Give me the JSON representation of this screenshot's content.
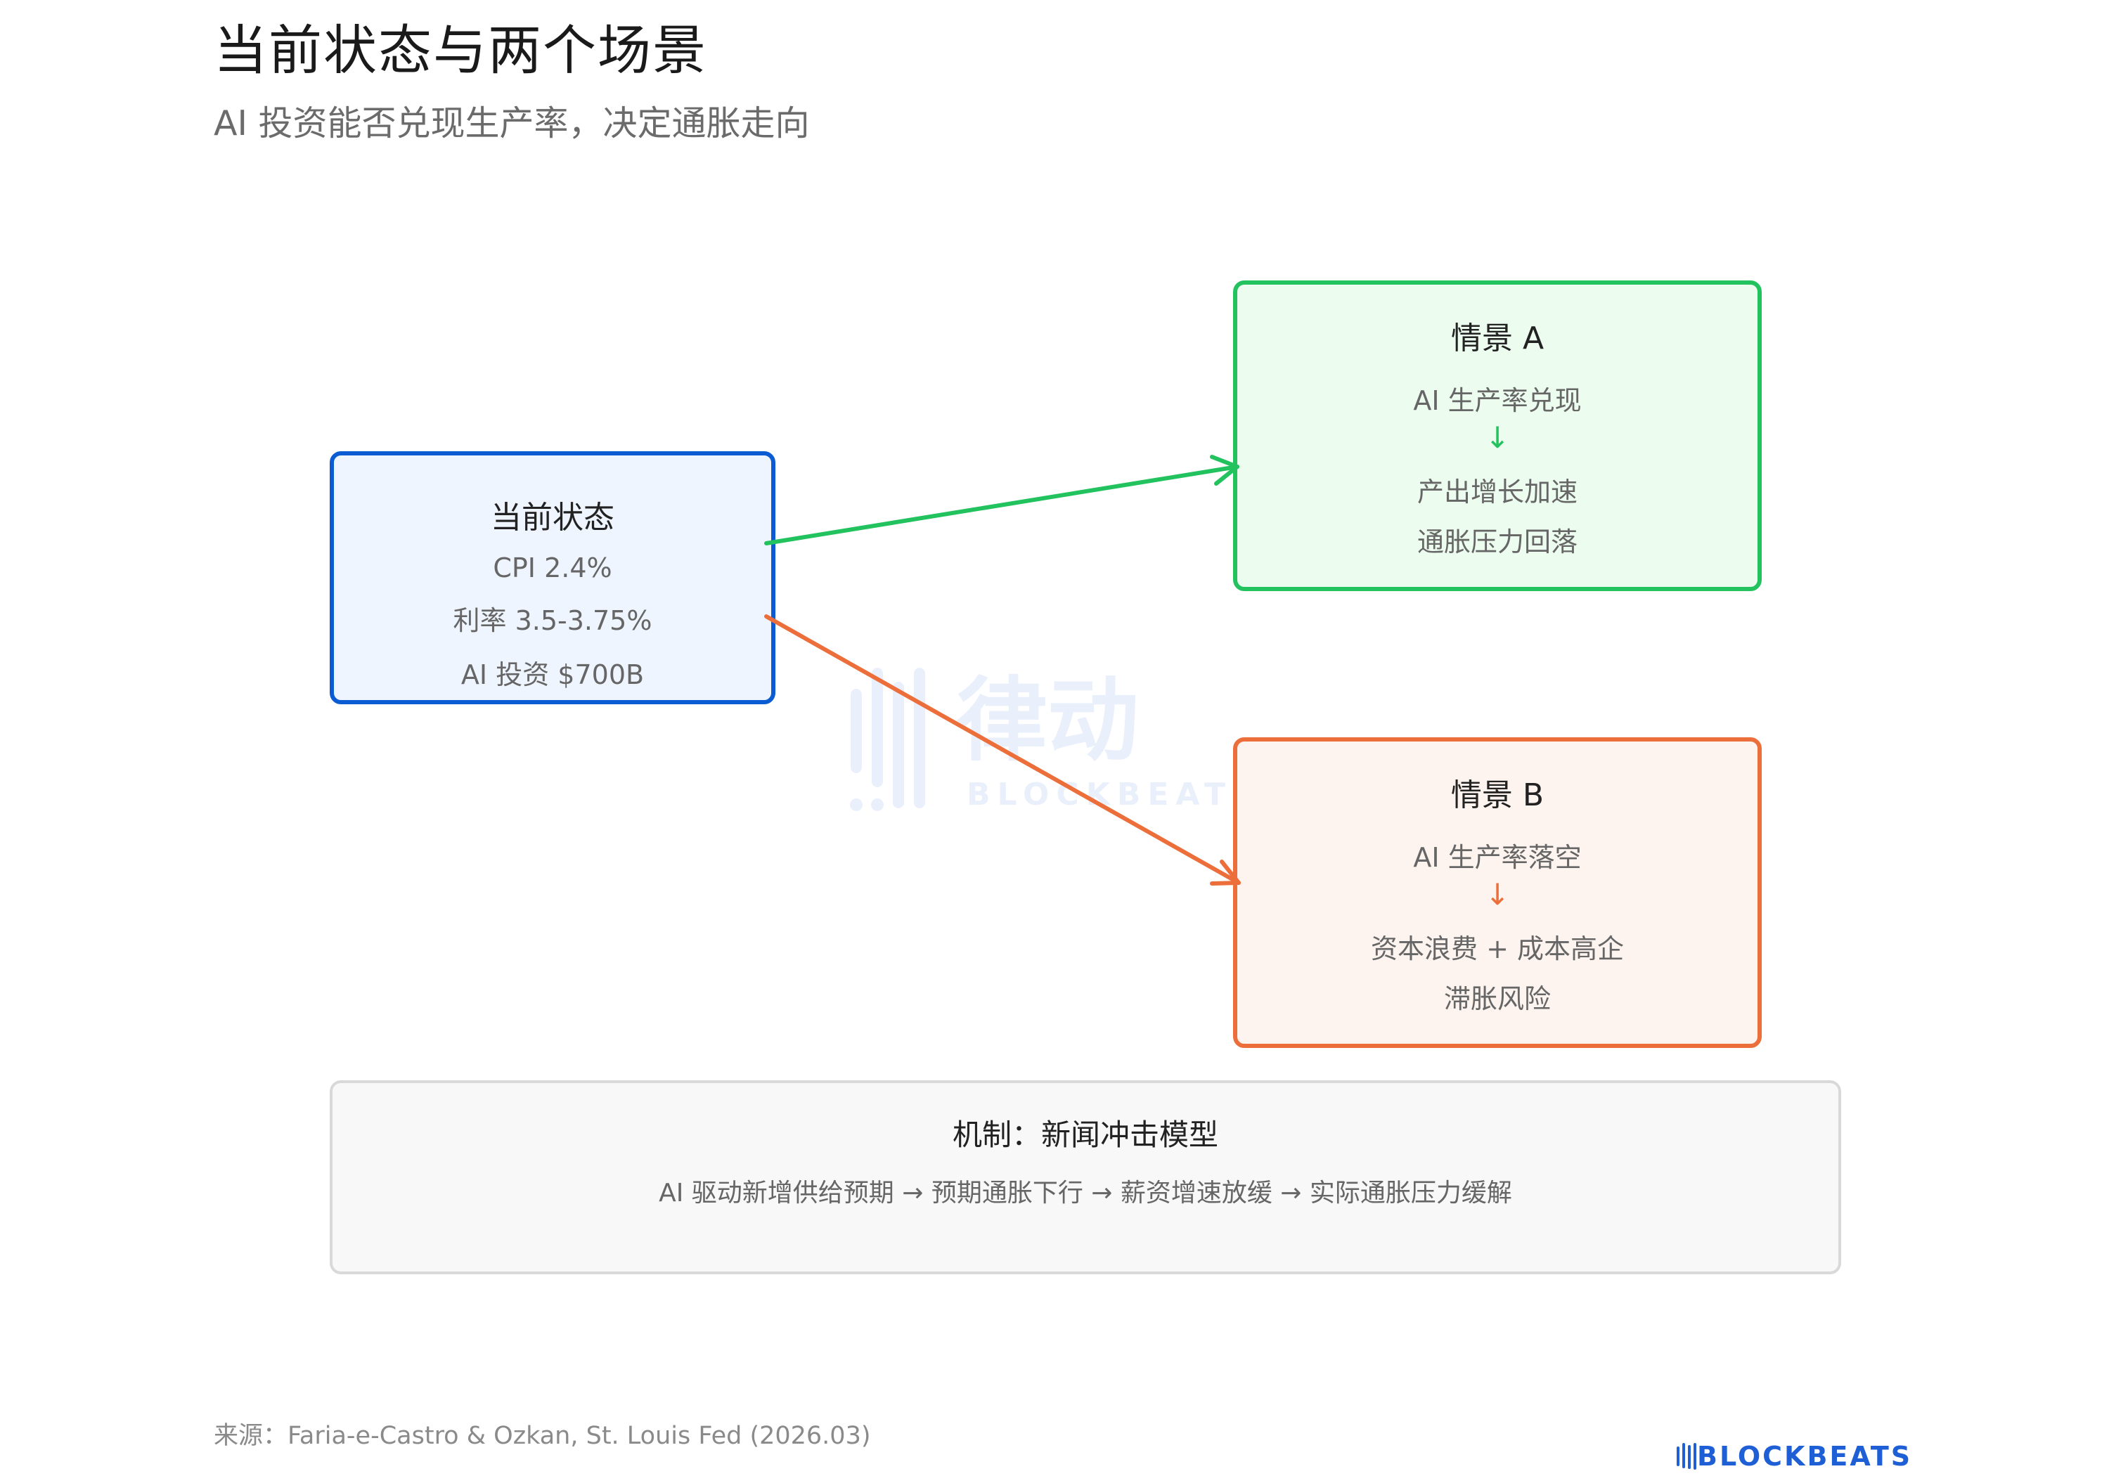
{
  "header": {
    "title": "当前状态与两个场景",
    "subtitle": "AI 投资能否兑现生产率，决定通胀走向"
  },
  "current_state": {
    "title": "当前状态",
    "lines": [
      "CPI 2.4%",
      "利率 3.5-3.75%",
      "AI 投资 $700B"
    ]
  },
  "scenario_a": {
    "title": "情景 A",
    "trigger": "AI 生产率兑现",
    "arrow": "↓",
    "outcomes": [
      "产出增长加速",
      "通胀压力回落"
    ]
  },
  "scenario_b": {
    "title": "情景 B",
    "trigger": "AI 生产率落空",
    "arrow": "↓",
    "outcomes": [
      "资本浪费 + 成本高企",
      "滞胀风险"
    ]
  },
  "mechanism": {
    "title": "机制：新闻冲击模型",
    "chain": "AI 驱动新增供给预期 → 预期通胀下行 → 薪资增速放缓 → 实际通胀压力缓解"
  },
  "footer": {
    "source": "来源：Faria-e-Castro & Ozkan, St. Louis Fed (2026.03)",
    "logo_text": "BLOCKBEATS",
    "watermark_cn": "律动",
    "watermark_en": "BLOCKBEATS"
  },
  "colors": {
    "current_border": "#0b5bd3",
    "current_fill": "#eff5ff",
    "scenario_a_accent": "#22c35e",
    "scenario_a_fill": "#ecfcef",
    "scenario_b_accent": "#ec6f3b",
    "scenario_b_fill": "#fdf3ef",
    "brand_blue": "#1f5fd6"
  },
  "icons": {
    "connector_a": "arrow-right-up-icon",
    "connector_b": "arrow-right-down-icon",
    "logo_mark": "blockbeats-bars-icon"
  }
}
